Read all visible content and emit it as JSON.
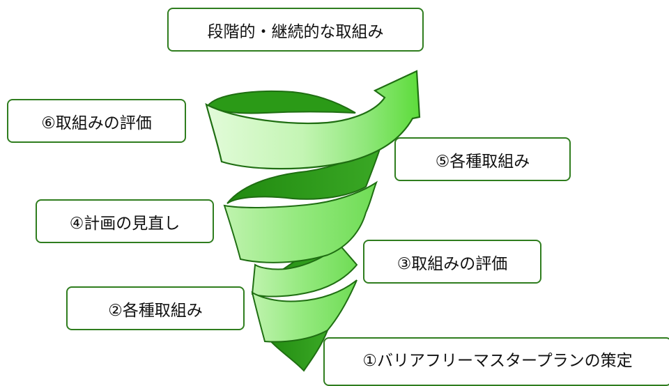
{
  "diagram": {
    "title": "段階的・継続的な取組み",
    "steps": [
      "①バリアフリーマスタープランの策定",
      "②各種取組み",
      "③取組みの評価",
      "④計画の見直し",
      "⑤各種取組み",
      "⑥取組みの評価"
    ]
  },
  "colors": {
    "ribbon_dark": "#2e9b1a",
    "ribbon_outline": "#1f6e12",
    "ribbon_light": "#c9f5bd",
    "ribbon_mid": "#8fe27a",
    "ribbon_bright": "#6ef04f",
    "box_border": "#2f7d1e"
  }
}
